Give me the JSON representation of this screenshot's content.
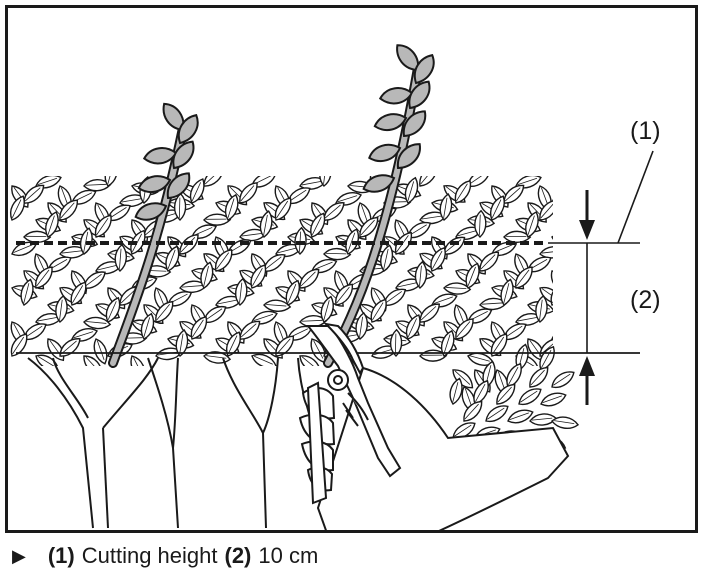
{
  "figure": {
    "callouts": [
      {
        "id": "1",
        "text": "(1)"
      },
      {
        "id": "2",
        "text": "(2)"
      }
    ],
    "colors": {
      "line": "#1a1a1a",
      "leaf_fill": "#b8b8b8",
      "background": "#ffffff"
    }
  },
  "caption": {
    "bullet_icon": "triangle-right-icon",
    "items": [
      {
        "number": "(1)",
        "text": "Cutting height"
      },
      {
        "number": "(2)",
        "text": "10 cm"
      }
    ]
  }
}
